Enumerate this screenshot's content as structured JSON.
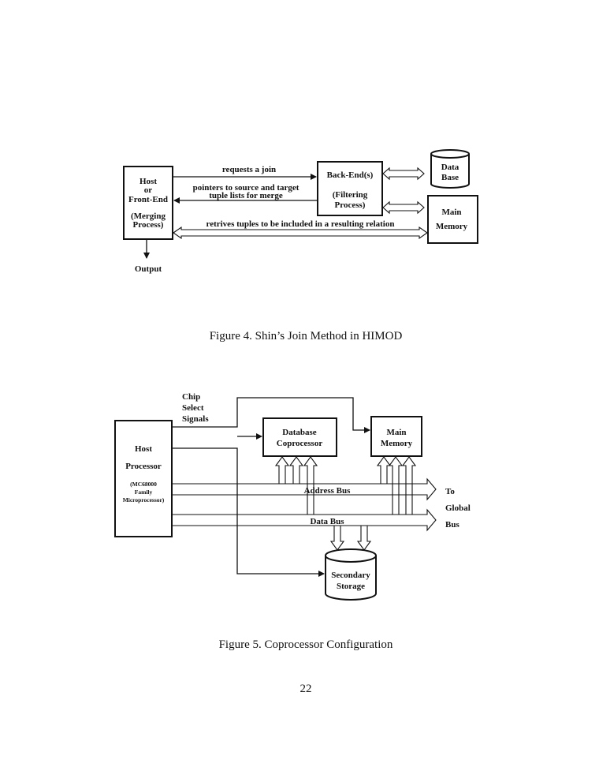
{
  "figure4": {
    "host": [
      "Host",
      "or",
      "Front-End"
    ],
    "host_process": [
      "(Merging",
      "Process)"
    ],
    "backend": "Back-End(s)",
    "backend_process": [
      "(Filtering",
      "Process)"
    ],
    "database": [
      "Data",
      "Base"
    ],
    "main_memory": [
      "Main",
      "Memory"
    ],
    "requests": "requests a join",
    "pointers": [
      "pointers to source and target",
      "tuple lists for merge"
    ],
    "retrives": "retrives  tuples to be included in a resulting relation",
    "output": "Output",
    "caption": "Figure 4.  Shin’s Join Method in HIMOD"
  },
  "figure5": {
    "chip_select": [
      "Chip",
      "Select",
      "Signals"
    ],
    "host": "Host",
    "processor": "Processor",
    "mc": [
      "(MC68000",
      "Family",
      "Microprocessor)"
    ],
    "db_coprocessor": [
      "Database",
      "Coprocessor"
    ],
    "main_memory": [
      "Main",
      "Memory"
    ],
    "address_bus": "Address Bus",
    "data_bus": "Data Bus",
    "global_bus": [
      "To",
      "Global",
      "Bus"
    ],
    "secondary_storage": [
      "Secondary",
      "Storage"
    ],
    "caption": "Figure 5.  Coprocessor Configuration"
  },
  "page_number": "22"
}
